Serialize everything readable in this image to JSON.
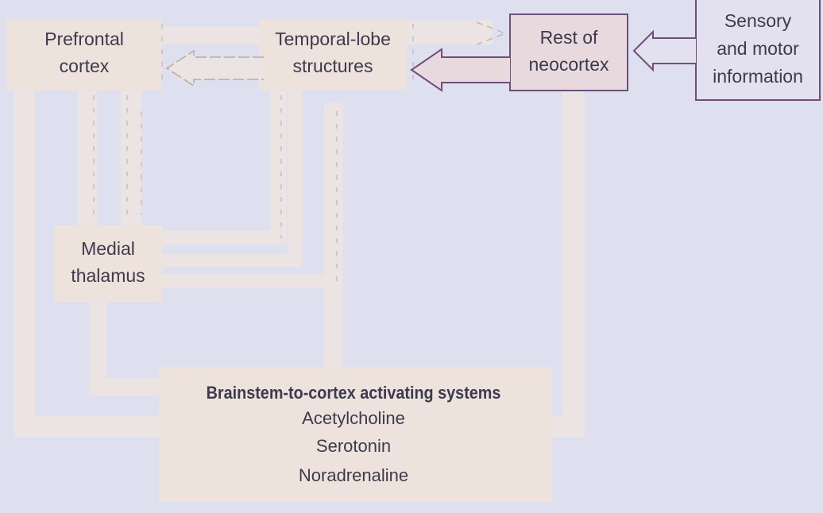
{
  "nodes": {
    "prefrontal": {
      "line1": "Prefrontal",
      "line2": "cortex"
    },
    "temporal": {
      "line1": "Temporal-lobe",
      "line2": "structures"
    },
    "neocortex": {
      "line1": "Rest of",
      "line2": "neocortex"
    },
    "sensory": {
      "line1": "Sensory",
      "line2": "and motor",
      "line3": "information"
    },
    "thalamus": {
      "line1": "Medial",
      "line2": "thalamus"
    },
    "brainstem": {
      "title": "Brainstem-to-cortex activating systems",
      "items": [
        "Acetylcholine",
        "Serotonin",
        "Noradrenaline"
      ]
    }
  },
  "colors": {
    "background": "#dfe0ef",
    "tan_box": "#ede3dc",
    "tan_pathway": "#ece4e2",
    "sensory_box": "#e3e1f0",
    "purple_outline": "#6e4f7a",
    "text": "#3d3a4d"
  }
}
